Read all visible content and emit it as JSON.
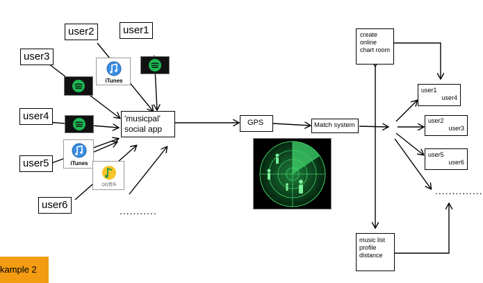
{
  "users_left": [
    "user1",
    "user2",
    "user3",
    "user4",
    "user5",
    "user6"
  ],
  "app": {
    "line1": "'musicpal'",
    "line2": "social app"
  },
  "gps": "GPS",
  "match": "Match system",
  "chatroom": [
    "create",
    "online",
    "chart room"
  ],
  "groups": [
    {
      "a": "user1",
      "b": "user4"
    },
    {
      "a": "user2",
      "b": "user3"
    },
    {
      "a": "user5",
      "b": "user6"
    }
  ],
  "info": [
    "music list",
    "profile",
    "distance"
  ],
  "more_dots": "...........",
  "right_dots": "..............",
  "example_label": "kample 2",
  "itunes_label": "iTunes",
  "qq_label": "QQ音乐",
  "icons": {
    "spotify": "spotify-icon",
    "itunes": "itunes-icon",
    "qq": "qq-music-icon",
    "radar": "radar-image"
  },
  "colors": {
    "spotify_green": "#1db954",
    "radar_green": "#3fd16a",
    "example_bg": "#f39c12"
  }
}
